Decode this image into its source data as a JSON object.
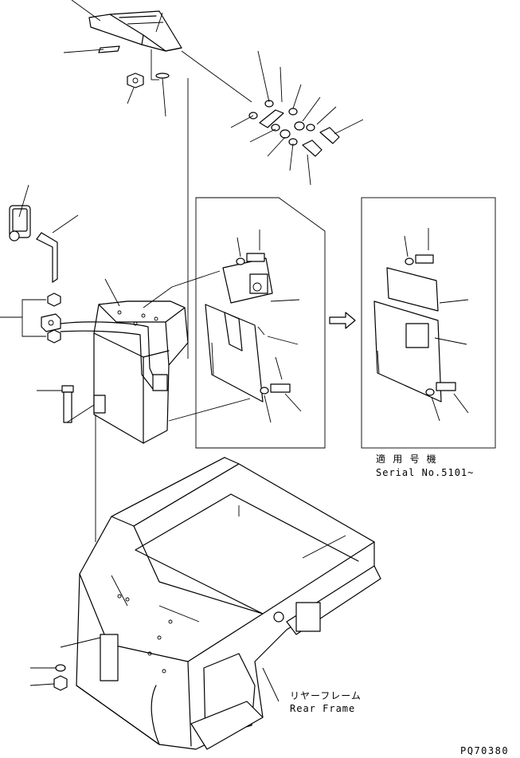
{
  "serial_label_jp": "適 用 号 機",
  "serial_label_en": "Serial No.5101~",
  "rear_frame_label_jp": "リヤーフレーム",
  "rear_frame_label_en": "Rear Frame",
  "drawing_code": "PQ70380"
}
